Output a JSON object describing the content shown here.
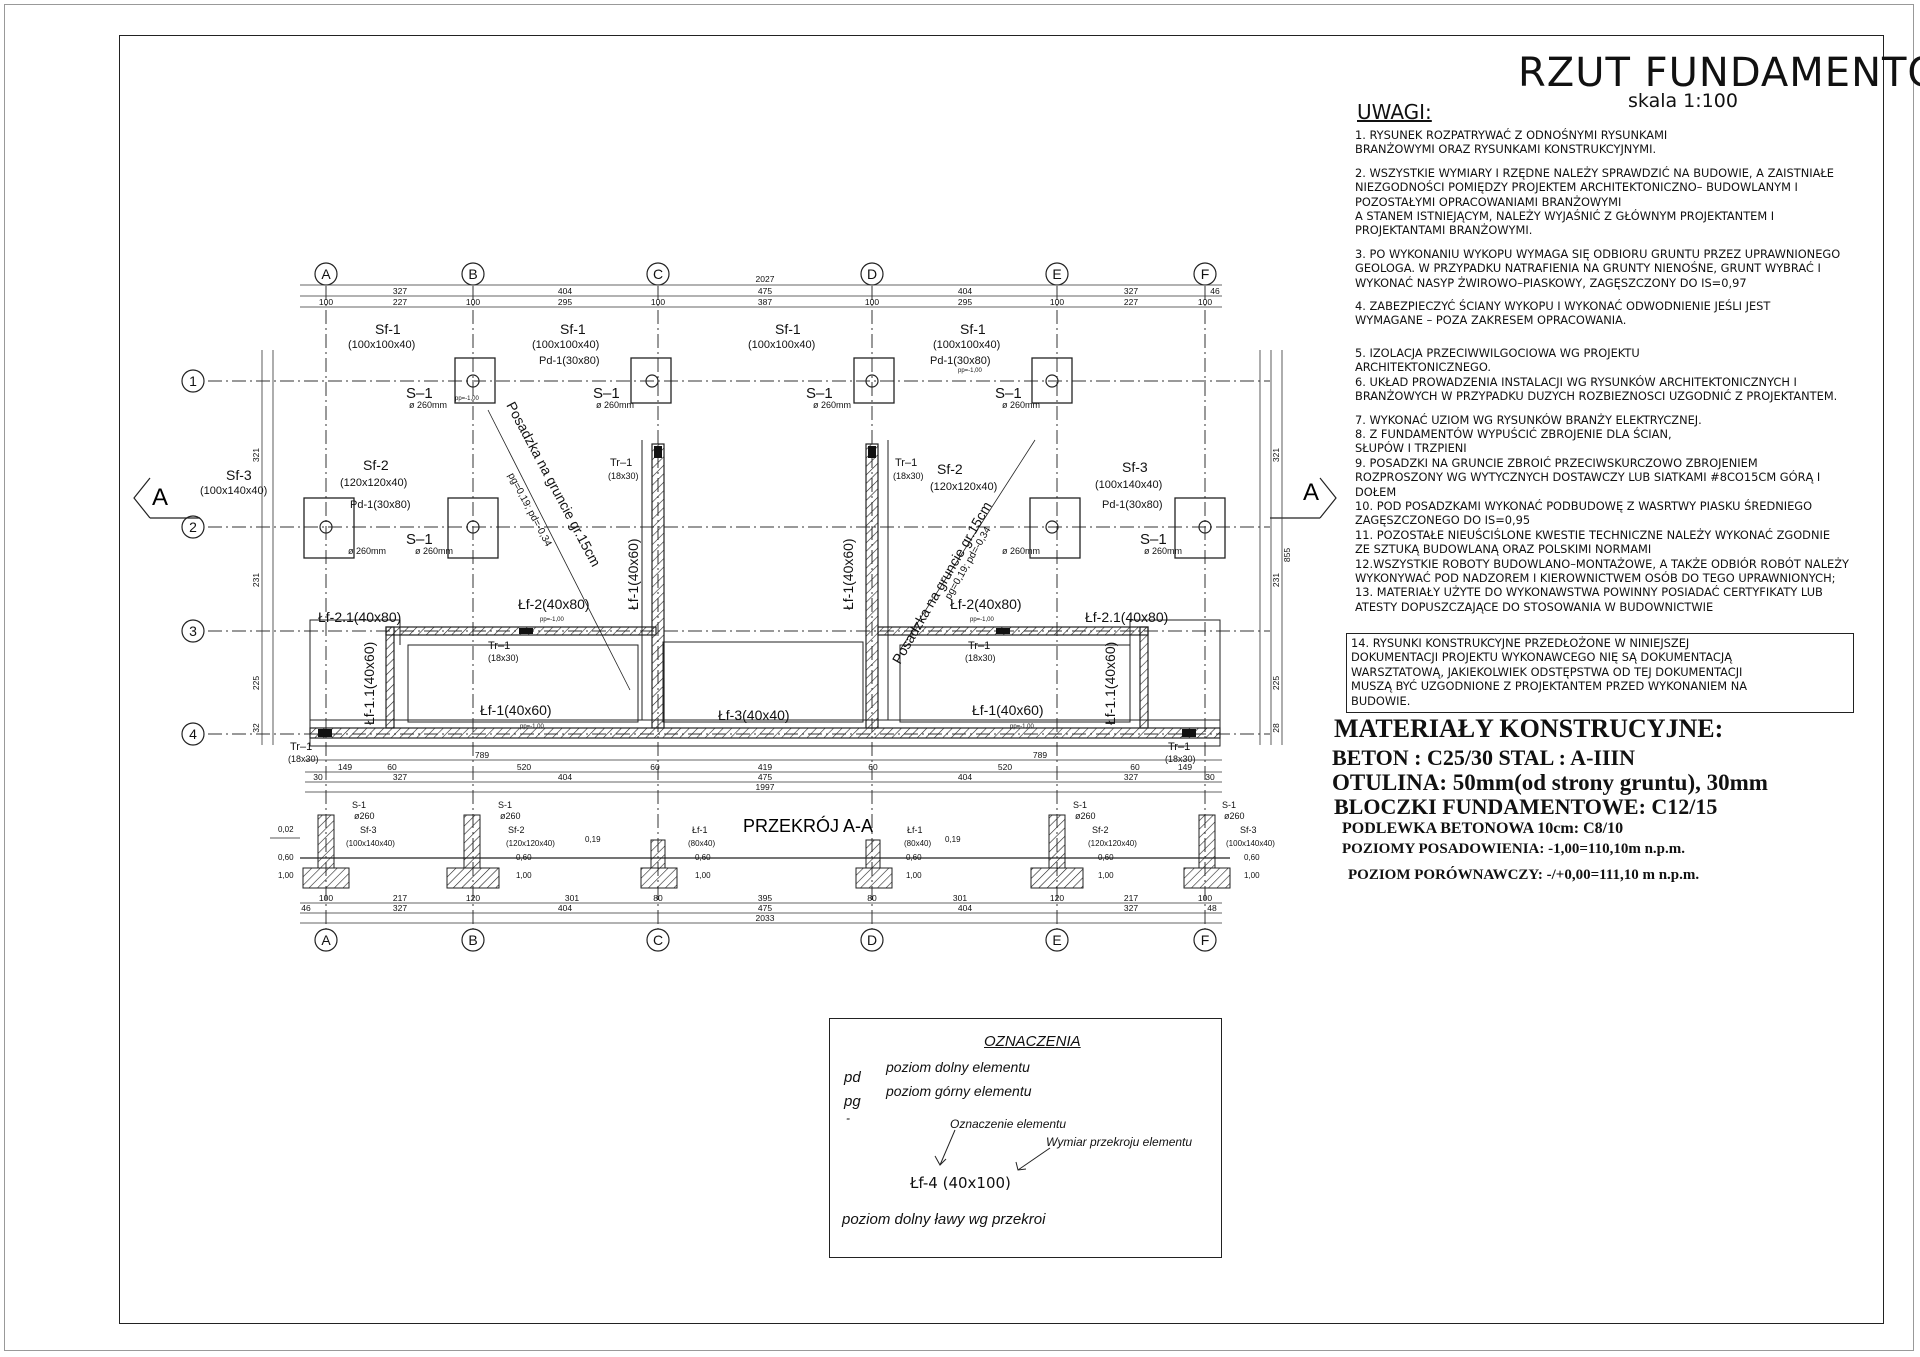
{
  "title": "RZUT  FUNDAMENTÓW",
  "scale": "skala 1:100",
  "notes_heading": "UWAGI:",
  "notes": [
    "1. RYSUNEK ROZPATRYWAĆ Z ODNOŚNYMI RYSUNKAMI\nBRANŻOWYMI ORAZ RYSUNKAMI KONSTRUKCYJNYMI.",
    "2. WSZYSTKIE WYMIARY I RZĘDNE NALEŻY SPRAWDZIĆ NA BUDOWIE, A ZAISTNIAŁE\nNIEZGODNOŚCI POMIĘDZY PROJEKTEM ARCHITEKTONICZNO– BUDOWLANYM I\nPOZOSTAŁYMI OPRACOWANIAMI BRANŻOWYMI\nA STANEM ISTNIEJĄCYM, NALEŻY WYJAŚNIĆ Z GŁÓWNYM PROJEKTANTEM I\nPROJEKTANTAMI BRANŻOWYMI.",
    "3. PO WYKONANIU WYKOPU WYMAGA SIĘ ODBIORU GRUNTU PRZEZ UPRAWNIONEGO\nGEOLOGA. W PRZYPADKU NATRAFIENIA NA GRUNTY NIENOŚNE, GRUNT WYBRAĆ I\nWYKONAĆ NASYP ŻWIROWO–PIASKOWY, ZAGĘSZCZONY DO IS=0,97",
    "4. ZABEZPIECZYĆ ŚCIANY WYKOPU I WYKONAĆ ODWODNIENIE JEŚLI JEST\nWYMAGANE – POZA ZAKRESEM OPRACOWANIA.",
    "5. IZOLACJA PRZECIWWILGOCIOWA WG PROJEKTU\nARCHITEKTONICZNEGO.\n6. UKŁAD PROWADZENIA INSTALACJI  WG RYSUNKÓW ARCHITEKTONICZNYCH I\nBRANŻOWYCH W PRZYPADKU DUZYCH ROZBIEZNOSCI UZGODNIĆ Z PROJEKTANTEM.",
    "7. WYKONAĆ UZIOM WG RYSUNKÓW BRANŻY ELEKTRYCZNEJ.\n8.  Z FUNDAMENTÓW WYPUŚCIĆ ZBROJENIE DLA ŚCIAN,\nSŁUPÓW I TRZPIENI\n9.  POSADZKI NA GRUNCIE ZBROIĆ PRZECIWSKURCZOWO ZBROJENIEM\nROZPROSZONY WG WYTYCZNYCH DOSTAWCZY LUB SIATKAMI #8co15cm GÓRĄ I\nDOŁEM\n10. POD POSADZKAMI WYKONAĆ PODBUDOWĘ Z WASRTWY PIASKU ŚREDNIEGO\nZAGĘSZCZONEGO DO Is=0,95\n11. POZOSTAŁE NIEUŚCIŚLONE KWESTIE TECHNICZNE NALEŻY WYKONAĆ ZGODNIE\nZE SZTUKĄ BUDOWLANĄ ORAZ POLSKIMI NORMAMI\n12.WSZYSTKIE ROBOTY BUDOWLANO–MONTAŻOWE, A TAKŻE ODBIÓR ROBÓT NALEŻY\nWYKONYWAĆ POD NADZOREM I KIEROWNICTWEM OSÓB DO TEGO UPRAWNIONYCH;\n13. MATERIAŁY UŻYTE DO WYKONAWSTWA POWINNY POSIADAĆ CERTYFIKATY LUB\nATESTY DOPUSZCZAJĄCE DO STOSOWANIA W BUDOWNICTWIE"
  ],
  "note14": "14. RYSUNKI KONSTRUKCYJNE PRZEDŁOŻONE W NINIEJSZEJ\nDOKUMENTACJI PROJEKTU WYKONAWCEGO NIĘ SĄ DOKUMENTACJĄ\nWARSZTATOWĄ, JAKIEKOLWIEK ODSTĘPSTWA OD TEJ DOKUMENTACJI\nMUSZĄ BYĆ UZGODNIONE Z PROJEKTANTEM PRZED WYKONANIEM NA\nBUDOWIE.",
  "materials": {
    "heading": "MATERIAŁY KONSTRUCYJNE:",
    "beton": "BETON : C25/30   STAL : A-IIIN",
    "otulina": "OTULINA: 50mm(od strony gruntu), 30mm",
    "bloczki": "BLOCZKI FUNDAMENTOWE: C12/15",
    "podlewka": "PODLEWKA BETONOWA 10cm: C8/10",
    "posadowienie": "POZIOMY POSADOWIENIA: -1,00=110,10m n.p.m.",
    "porownawczy": "POZIOM PORÓWNAWCZY:  -/+0,00=111,10 m n.p.m."
  },
  "legend": {
    "title": "OZNACZENIA",
    "pd": "pd",
    "pg": "pg",
    "dash": "-",
    "pd_desc": "poziom dolny elementu",
    "pg_desc": "poziom górny elementu",
    "mark_label": "Oznaczenie elementu",
    "size_label": "Wymiar przekroju elementu",
    "example": "Łf-4 (40x100)",
    "footer": "poziom  dolny  ławy  wg  przekroi"
  },
  "axes_columns": [
    "A",
    "B",
    "C",
    "D",
    "E",
    "F"
  ],
  "axes_rows": [
    "1",
    "2",
    "3",
    "4"
  ],
  "section_mark": "A",
  "section_title": "PRZEKRÓJ A-A",
  "dims_top_total": "2027",
  "dims_top_row1": [
    "327",
    "404",
    "475",
    "404",
    "327",
    "46"
  ],
  "dims_top_row2": [
    "100",
    "227",
    "100",
    "295",
    "100",
    "387",
    "100",
    "295",
    "100",
    "227",
    "100"
  ],
  "dims_bottom_row1": [
    "149",
    "60",
    "520",
    "60",
    "419",
    "60",
    "520",
    "60",
    "149"
  ],
  "dims_bottom_row1b": [
    "789",
    "789"
  ],
  "dims_bottom_row2": [
    "30",
    "327",
    "404",
    "475",
    "404",
    "327",
    "30"
  ],
  "dims_bottom_total": "1997",
  "dims_section_row1": [
    "100",
    "217",
    "120",
    "301",
    "80",
    "395",
    "80",
    "301",
    "120",
    "217",
    "100"
  ],
  "dims_section_row2": [
    "46",
    "327",
    "404",
    "475",
    "404",
    "327",
    "48"
  ],
  "dims_section_total": "2033",
  "dims_left": [
    "321",
    "231",
    "225",
    "32"
  ],
  "dims_right": [
    "321",
    "231",
    "225",
    "28"
  ],
  "dims_right_total": "855",
  "elements": {
    "sf1": "Sf-1",
    "sf1_size": "(100x100x40)",
    "sf2": "Sf-2",
    "sf2_size": "(120x120x40)",
    "sf3": "Sf-3",
    "sf3_size": "(100x140x40)",
    "s1": "S–1",
    "s1_dim": "ø 260mm",
    "pd1": "Pd-1(30x80)",
    "pp": "pp=-1,00",
    "lf1": "Łf-1(40x60)",
    "lf2": "Łf-2(40x80)",
    "lf3": "Łf-3(40x40)",
    "lf21": "Łf-2.1(40x80)",
    "lf11": "Łf-1.1(40x60)",
    "tr1": "Tr–1",
    "tr1_size": "(18x30)",
    "posadzka": "Posadzka na gruncie gr.15cm",
    "posadzka_levels": "pg=0,19; pd=-0,34"
  },
  "section_labels": {
    "s1": "S-1",
    "s1_dim": "ø260",
    "sf3": "Sf-3",
    "sf3_size": "(100x140x40)",
    "sf2": "Sf-2",
    "sf2_size": "(120x120x40)",
    "lf1": "Łf-1",
    "lf1_size": "(80x40)",
    "lvl_002": "0,02",
    "lvl_060": "0,60",
    "lvl_100": "1,00",
    "lvl_019": "0,19"
  }
}
